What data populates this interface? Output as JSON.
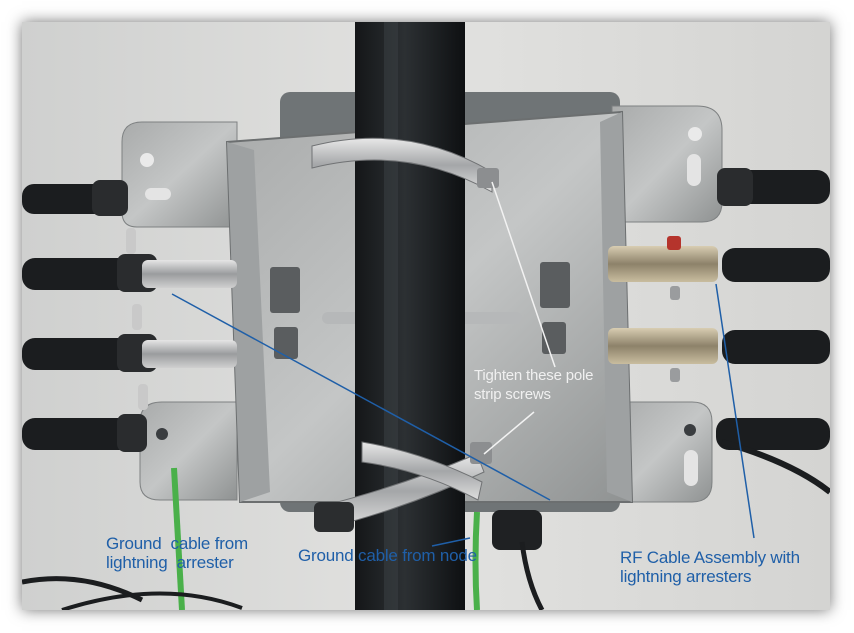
{
  "annotations": {
    "tighten_screws": {
      "line1": "Tighten these pole",
      "line2": "strip screws"
    },
    "ground_arrester": {
      "line1": "Ground  cable from",
      "line2": "lightning  arrester"
    },
    "ground_node": {
      "text": "Ground cable from node"
    },
    "rf_cable": {
      "line1": "RF Cable Assembly with",
      "line2": "lightning arresters"
    }
  },
  "colors": {
    "annotation_blue": "#1f5fa8",
    "annotation_white": "#f0f0f0",
    "ground_wire_green": "#4ab04a"
  }
}
